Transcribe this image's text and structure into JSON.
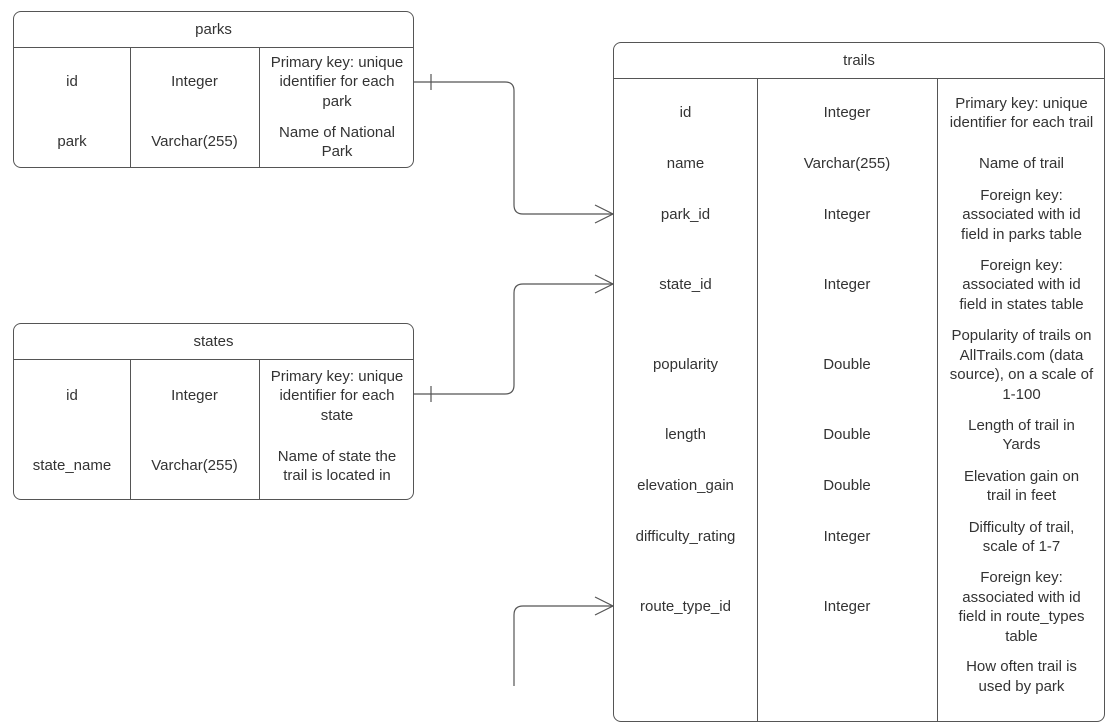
{
  "tables": {
    "parks": {
      "title": "parks",
      "rows": [
        {
          "field": "id",
          "type": "Integer",
          "desc": "Primary key: unique identifier for each park"
        },
        {
          "field": "park",
          "type": "Varchar(255)",
          "desc": "Name of National Park"
        }
      ]
    },
    "states": {
      "title": "states",
      "rows": [
        {
          "field": "id",
          "type": "Integer",
          "desc": "Primary key: unique identifier for each state"
        },
        {
          "field": "state_name",
          "type": "Varchar(255)",
          "desc": "Name of state the trail is located in"
        }
      ]
    },
    "trails": {
      "title": "trails",
      "rows": [
        {
          "field": "id",
          "type": "Integer",
          "desc": "Primary key: unique identifier for each trail"
        },
        {
          "field": "name",
          "type": "Varchar(255)",
          "desc": "Name of trail"
        },
        {
          "field": "park_id",
          "type": "Integer",
          "desc": "Foreign key: associated with id field in parks table"
        },
        {
          "field": "state_id",
          "type": "Integer",
          "desc": "Foreign key: associated with id field in states table"
        },
        {
          "field": "popularity",
          "type": "Double",
          "desc": "Popularity of trails on AllTrails.com (data source), on a scale of 1-100"
        },
        {
          "field": "length",
          "type": "Double",
          "desc": "Length of trail in Yards"
        },
        {
          "field": "elevation_gain",
          "type": "Double",
          "desc": "Elevation gain on trail in feet"
        },
        {
          "field": "difficulty_rating",
          "type": "Integer",
          "desc": "Difficulty of trail, scale of 1-7"
        },
        {
          "field": "route_type_id",
          "type": "Integer",
          "desc": "Foreign key: associated with id field in route_types table"
        },
        {
          "field": "",
          "type": "",
          "desc": "How often trail is used by park"
        }
      ]
    }
  },
  "colors": {
    "border": "#555555",
    "text": "#333333",
    "background": "#ffffff"
  }
}
